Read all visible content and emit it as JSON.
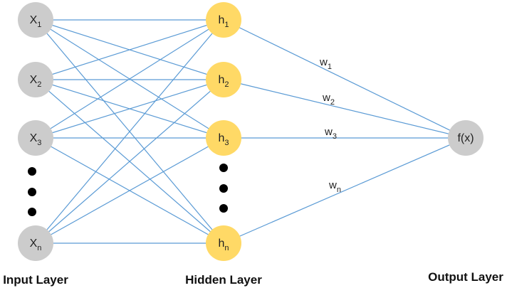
{
  "colors": {
    "edge": "#5b9bd5",
    "input_node": "#cccccc",
    "hidden_node": "#ffd966",
    "output_node": "#cccccc",
    "dot": "#000000"
  },
  "input_nodes": [
    {
      "base": "X",
      "sub": "1"
    },
    {
      "base": "X",
      "sub": "2"
    },
    {
      "base": "X",
      "sub": "3"
    },
    {
      "base": "X",
      "sub": "n"
    }
  ],
  "hidden_nodes": [
    {
      "base": "h",
      "sub": "1"
    },
    {
      "base": "h",
      "sub": "2"
    },
    {
      "base": "h",
      "sub": "3"
    },
    {
      "base": "h",
      "sub": "n"
    }
  ],
  "output_node": {
    "label": "f(x)"
  },
  "weights": [
    {
      "base": "w",
      "sub": "1"
    },
    {
      "base": "w",
      "sub": "2"
    },
    {
      "base": "w",
      "sub": "3"
    },
    {
      "base": "w",
      "sub": "n"
    }
  ],
  "layer_labels": {
    "input": "Input Layer",
    "hidden": "Hidden Layer",
    "output": "Output Layer"
  }
}
